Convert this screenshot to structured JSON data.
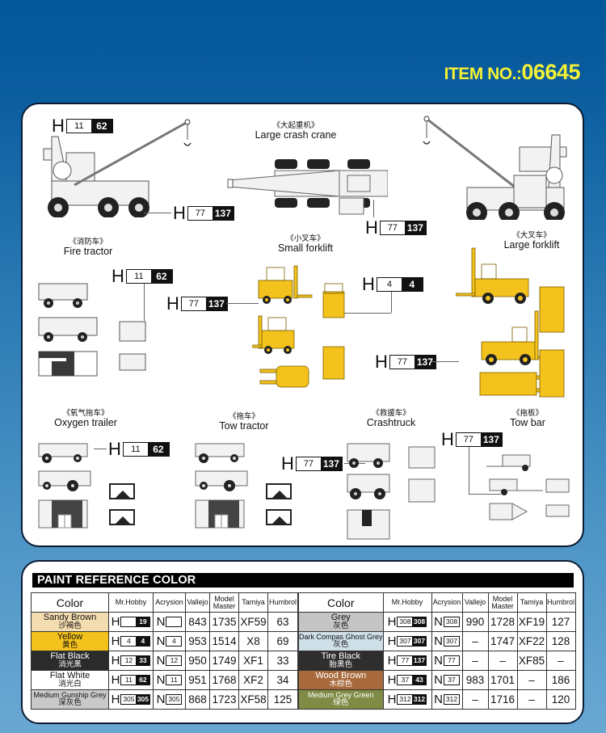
{
  "header": {
    "item_label": "ITEM NO.:",
    "item_number": "06645",
    "title_color": "#f4f036",
    "background_color": "#02569a"
  },
  "vehicles": [
    {
      "id": "large-crash-crane",
      "cn": "《大起重机》",
      "en": "Large crash crane"
    },
    {
      "id": "fire-tractor",
      "cn": "《消防车》",
      "en": "Fire tractor"
    },
    {
      "id": "small-forklift",
      "cn": "《小叉车》",
      "en": "Small forklift"
    },
    {
      "id": "large-forklift",
      "cn": "《大叉车》",
      "en": "Large forklift"
    },
    {
      "id": "oxygen-trailer",
      "cn": "《氧气拖车》",
      "en": "Oxygen trailer"
    },
    {
      "id": "tow-tractor",
      "cn": "《拖车》",
      "en": "Tow tractor"
    },
    {
      "id": "crashtruck",
      "cn": "《救援车》",
      "en": "Crashtruck"
    },
    {
      "id": "tow-bar",
      "cn": "《拖板》",
      "en": "Tow bar"
    }
  ],
  "callouts": [
    {
      "prefix": "H",
      "white": "11",
      "black": "62"
    },
    {
      "prefix": "H",
      "white": "77",
      "black": "137"
    },
    {
      "prefix": "H",
      "white": "77",
      "black": "137"
    },
    {
      "prefix": "H",
      "white": "11",
      "black": "62"
    },
    {
      "prefix": "H",
      "white": "77",
      "black": "137"
    },
    {
      "prefix": "H",
      "white": "4",
      "black": "4"
    },
    {
      "prefix": "H",
      "white": "77",
      "black": "137"
    },
    {
      "prefix": "H",
      "white": "11",
      "black": "62"
    },
    {
      "prefix": "H",
      "white": "77",
      "black": "137"
    },
    {
      "prefix": "H",
      "white": "77",
      "black": "137"
    }
  ],
  "paint_reference": {
    "title": "PAINT  REFERENCE COLOR",
    "columns": [
      "Color",
      "Mr.Hobby",
      "Acrysion",
      "Vallejo",
      "Model Master",
      "Tamiya",
      "Humbrol"
    ],
    "left_rows": [
      {
        "name": "Sandy Brown",
        "cn": "沙褐色",
        "bg": "#f3dcb0",
        "fg": "#111",
        "h_white": "",
        "h_black": "19",
        "n": "",
        "vallejo": "843",
        "model_master": "1735",
        "tamiya": "XF59",
        "humbrol": "63"
      },
      {
        "name": "Yellow",
        "cn": "黄色",
        "bg": "#f4c21c",
        "fg": "#111",
        "h_white": "4",
        "h_black": "4",
        "n": "4",
        "vallejo": "953",
        "model_master": "1514",
        "tamiya": "X8",
        "humbrol": "69"
      },
      {
        "name": "Flat Black",
        "cn": "消光黑",
        "bg": "#2b2b2b",
        "fg": "#ffffff",
        "h_white": "12",
        "h_black": "33",
        "n": "12",
        "vallejo": "950",
        "model_master": "1749",
        "tamiya": "XF1",
        "humbrol": "33"
      },
      {
        "name": "Flat White",
        "cn": "消光白",
        "bg": "#ffffff",
        "fg": "#111",
        "h_white": "11",
        "h_black": "62",
        "n": "11",
        "vallejo": "951",
        "model_master": "1768",
        "tamiya": "XF2",
        "humbrol": "34"
      },
      {
        "name": "Medium Gunship Grey",
        "cn": "深灰色",
        "bg": "#c9c9c9",
        "fg": "#111",
        "h_white": "305",
        "h_black": "305",
        "n": "305",
        "vallejo": "868",
        "model_master": "1723",
        "tamiya": "XF58",
        "humbrol": "125"
      }
    ],
    "right_rows": [
      {
        "name": "Grey",
        "cn": "灰色",
        "bg": "#c4c4c4",
        "fg": "#111",
        "h_white": "308",
        "h_black": "308",
        "n": "308",
        "vallejo": "990",
        "model_master": "1728",
        "tamiya": "XF19",
        "humbrol": "127"
      },
      {
        "name": "Dark Compas Ghost Grey",
        "cn": "灰色",
        "bg": "#cfdfe8",
        "fg": "#111",
        "h_white": "307",
        "h_black": "307",
        "n": "307",
        "vallejo": "–",
        "model_master": "1747",
        "tamiya": "XF22",
        "humbrol": "128"
      },
      {
        "name": "Tire Black",
        "cn": "胎黑色",
        "bg": "#2e2e2e",
        "fg": "#ffffff",
        "h_white": "77",
        "h_black": "137",
        "n": "77",
        "vallejo": "–",
        "model_master": "–",
        "tamiya": "XF85",
        "humbrol": "–"
      },
      {
        "name": "Wood Brown",
        "cn": "木棕色",
        "bg": "#a86a3c",
        "fg": "#ffffff",
        "h_white": "37",
        "h_black": "43",
        "n": "37",
        "vallejo": "983",
        "model_master": "1701",
        "tamiya": "–",
        "humbrol": "186"
      },
      {
        "name": "Medium Grey Green",
        "cn": "绿色",
        "bg": "#7f8c45",
        "fg": "#ffffff",
        "h_white": "312",
        "h_black": "312",
        "n": "312",
        "vallejo": "–",
        "model_master": "1716",
        "tamiya": "–",
        "humbrol": "120"
      }
    ]
  }
}
